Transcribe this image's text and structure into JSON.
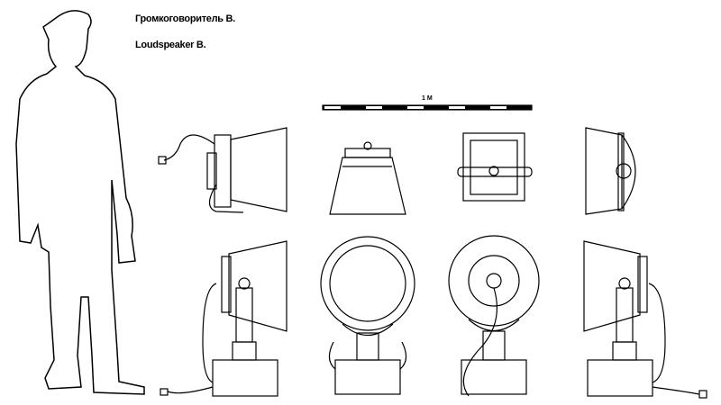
{
  "title_ru": "Громкоговоритель В.",
  "title_en": "Loudspeaker В.",
  "scale_bar": {
    "label": "1 М",
    "segments": 10
  },
  "colors": {
    "line": "#000000",
    "silhouette": "#ffffff",
    "background": "#ffffff"
  }
}
